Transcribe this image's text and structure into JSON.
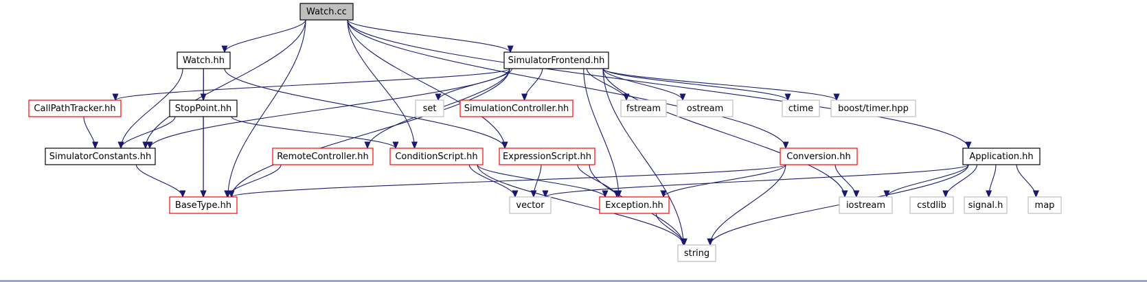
{
  "graph": {
    "nodes": [
      {
        "id": "watch_cc",
        "label": "Watch.cc",
        "style": "root"
      },
      {
        "id": "watch_hh",
        "label": "Watch.hh",
        "style": "black"
      },
      {
        "id": "simfront",
        "label": "SimulatorFrontend.hh",
        "style": "black"
      },
      {
        "id": "callpath",
        "label": "CallPathTracker.hh",
        "style": "red"
      },
      {
        "id": "stoppoint",
        "label": "StopPoint.hh",
        "style": "black"
      },
      {
        "id": "set",
        "label": "set",
        "style": "gray"
      },
      {
        "id": "simctrl",
        "label": "SimulationController.hh",
        "style": "red"
      },
      {
        "id": "fstream",
        "label": "fstream",
        "style": "gray"
      },
      {
        "id": "ostream",
        "label": "ostream",
        "style": "gray"
      },
      {
        "id": "ctime",
        "label": "ctime",
        "style": "gray"
      },
      {
        "id": "boosttimer",
        "label": "boost/timer.hpp",
        "style": "gray"
      },
      {
        "id": "simconst",
        "label": "SimulatorConstants.hh",
        "style": "black"
      },
      {
        "id": "remotectrl",
        "label": "RemoteController.hh",
        "style": "red"
      },
      {
        "id": "condscript",
        "label": "ConditionScript.hh",
        "style": "red"
      },
      {
        "id": "exprscript",
        "label": "ExpressionScript.hh",
        "style": "red"
      },
      {
        "id": "conversion",
        "label": "Conversion.hh",
        "style": "red"
      },
      {
        "id": "application",
        "label": "Application.hh",
        "style": "black"
      },
      {
        "id": "basetype",
        "label": "BaseType.hh",
        "style": "red"
      },
      {
        "id": "vector",
        "label": "vector",
        "style": "gray"
      },
      {
        "id": "exception",
        "label": "Exception.hh",
        "style": "red"
      },
      {
        "id": "iostream",
        "label": "iostream",
        "style": "gray"
      },
      {
        "id": "cstdlib",
        "label": "cstdlib",
        "style": "gray"
      },
      {
        "id": "signal",
        "label": "signal.h",
        "style": "gray"
      },
      {
        "id": "map",
        "label": "map",
        "style": "gray"
      },
      {
        "id": "string",
        "label": "string",
        "style": "gray"
      }
    ],
    "edges": [
      [
        "watch_cc",
        "watch_hh"
      ],
      [
        "watch_cc",
        "simfront"
      ],
      [
        "watch_cc",
        "application"
      ],
      [
        "watch_cc",
        "conversion"
      ],
      [
        "watch_cc",
        "simconst"
      ],
      [
        "watch_cc",
        "basetype"
      ],
      [
        "watch_cc",
        "condscript"
      ],
      [
        "watch_cc",
        "exprscript"
      ],
      [
        "watch_hh",
        "stoppoint"
      ],
      [
        "watch_hh",
        "simconst"
      ],
      [
        "watch_hh",
        "basetype"
      ],
      [
        "watch_hh",
        "exprscript"
      ],
      [
        "simfront",
        "callpath"
      ],
      [
        "simfront",
        "set"
      ],
      [
        "simfront",
        "simctrl"
      ],
      [
        "simfront",
        "fstream"
      ],
      [
        "simfront",
        "ostream"
      ],
      [
        "simfront",
        "ctime"
      ],
      [
        "simfront",
        "boosttimer"
      ],
      [
        "simfront",
        "simconst"
      ],
      [
        "simfront",
        "remotectrl"
      ],
      [
        "simfront",
        "basetype"
      ],
      [
        "simfront",
        "exception"
      ],
      [
        "simfront",
        "iostream"
      ],
      [
        "simfront",
        "string"
      ],
      [
        "callpath",
        "simconst"
      ],
      [
        "stoppoint",
        "simconst"
      ],
      [
        "stoppoint",
        "basetype"
      ],
      [
        "stoppoint",
        "condscript"
      ],
      [
        "simconst",
        "basetype"
      ],
      [
        "remotectrl",
        "basetype"
      ],
      [
        "condscript",
        "vector"
      ],
      [
        "condscript",
        "exception"
      ],
      [
        "condscript",
        "string"
      ],
      [
        "exprscript",
        "vector"
      ],
      [
        "exprscript",
        "exception"
      ],
      [
        "exprscript",
        "string"
      ],
      [
        "conversion",
        "basetype"
      ],
      [
        "conversion",
        "exception"
      ],
      [
        "conversion",
        "iostream"
      ],
      [
        "conversion",
        "string"
      ],
      [
        "application",
        "vector"
      ],
      [
        "application",
        "iostream"
      ],
      [
        "application",
        "cstdlib"
      ],
      [
        "application",
        "signal"
      ],
      [
        "application",
        "map"
      ],
      [
        "application",
        "string"
      ],
      [
        "exception",
        "string"
      ]
    ]
  },
  "colors": {
    "edge": "#191970",
    "root_fill": "#bfbfbf",
    "red_border": "#ff0000",
    "gray_border": "#bfbfbf",
    "black_border": "#000000"
  }
}
